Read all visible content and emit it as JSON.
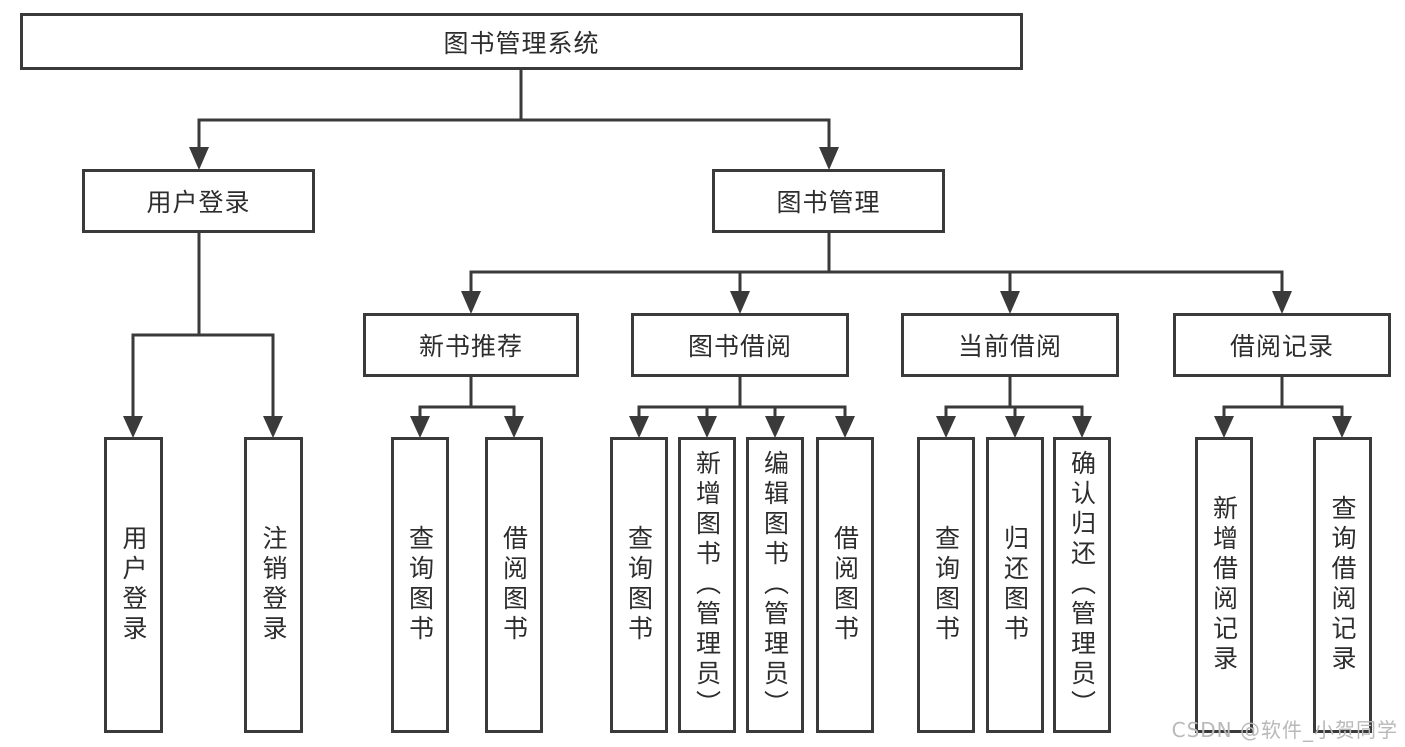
{
  "diagram": {
    "root": {
      "label": "图书管理系统"
    },
    "user_login": {
      "label": "用户登录",
      "children": [
        {
          "label": "用户登录"
        },
        {
          "label": "注销登录"
        }
      ]
    },
    "book_management": {
      "label": "图书管理",
      "sections": [
        {
          "label": "新书推荐",
          "children": [
            {
              "label": "查询图书"
            },
            {
              "label": "借阅图书"
            }
          ]
        },
        {
          "label": "图书借阅",
          "children": [
            {
              "label": "查询图书"
            },
            {
              "label": "新增图书（管理员）"
            },
            {
              "label": "编辑图书（管理员）"
            },
            {
              "label": "借阅图书"
            }
          ]
        },
        {
          "label": "当前借阅",
          "children": [
            {
              "label": "查询图书"
            },
            {
              "label": "归还图书"
            },
            {
              "label": "确认归还（管理员）"
            }
          ]
        },
        {
          "label": "借阅记录",
          "children": [
            {
              "label": "新增借阅记录"
            },
            {
              "label": "查询借阅记录"
            }
          ]
        }
      ]
    }
  },
  "watermark": {
    "text": "CSDN @软件_小贺同学"
  },
  "colors": {
    "line": "#3a3a3a",
    "text": "#2d2d2d",
    "watermark": "#b9b9b9",
    "background": "#ffffff"
  }
}
